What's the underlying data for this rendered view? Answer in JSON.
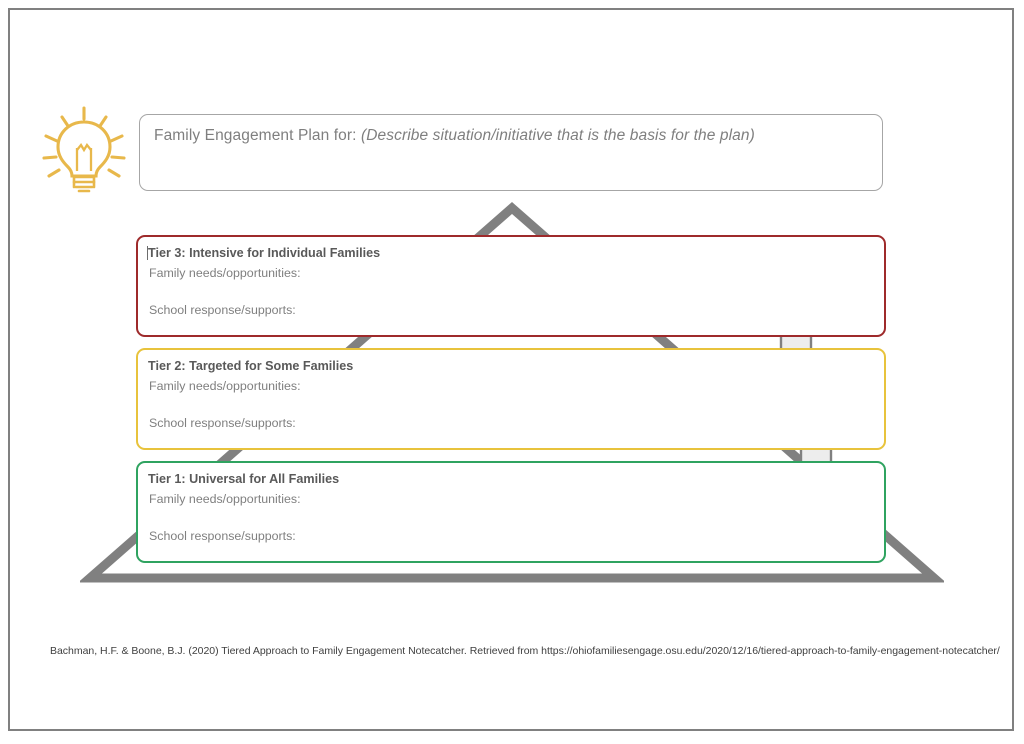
{
  "page": {
    "frame_color": "#808080",
    "background": "#ffffff"
  },
  "icon": {
    "name": "lightbulb-icon",
    "color": "#e8b84b"
  },
  "header": {
    "label": "Family Engagement Plan for: ",
    "prompt": "(Describe situation/initiative that is the basis for the plan)",
    "border_color": "#a6a6a6",
    "text_color": "#7f7f7f"
  },
  "pyramid": {
    "name": "triangle-outline",
    "stroke_color": "#808080"
  },
  "arrows": [
    {
      "name": "up-arrow-tier2-to-tier3",
      "direction": "up",
      "fill": "#ededed",
      "stroke": "#808080"
    },
    {
      "name": "up-arrow-tier1-to-tier2",
      "direction": "up",
      "fill": "#ededed",
      "stroke": "#808080"
    }
  ],
  "tiers": [
    {
      "id": "tier-3",
      "title": "Tier 3: Intensive for Individual Families",
      "field_1": "Family needs/opportunities:",
      "field_2": "School response/supports:",
      "border_color": "#9e2a2b"
    },
    {
      "id": "tier-2",
      "title": "Tier 2: Targeted for Some Families",
      "field_1": "Family needs/opportunities:",
      "field_2": "School response/supports:",
      "border_color": "#e8c33c"
    },
    {
      "id": "tier-1",
      "title": "Tier 1: Universal for All Families",
      "field_1": "Family needs/opportunities:",
      "field_2": "School response/supports:",
      "border_color": "#2fa360"
    }
  ],
  "footer": {
    "citation": "Bachman, H.F. & Boone, B.J. (2020) Tiered Approach to Family Engagement Notecatcher. Retrieved from https://ohiofamiliesengage.osu.edu/2020/12/16/tiered-approach-to-family-engagement-notecatcher/"
  }
}
